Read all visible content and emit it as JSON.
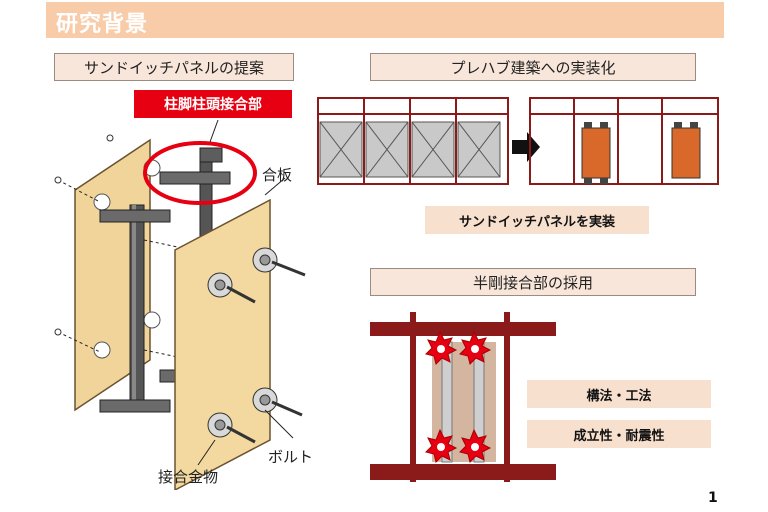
{
  "header": {
    "title": "研究背景"
  },
  "left": {
    "section_label": "サンドイッチパネルの提案",
    "highlight_tag": "柱脚柱頭接合部",
    "callout_plywood": "合板",
    "callout_bolt": "ボルト",
    "callout_hardware": "接合金物"
  },
  "right_top": {
    "section_label": "プレハブ建築への実装化",
    "note": "サンドイッチパネルを実装"
  },
  "right_bottom": {
    "section_label": "半剛接合部の採用",
    "note_1": "構法・工法",
    "note_2": "成立性・耐震性"
  },
  "footer": {
    "page_number": "1"
  },
  "colors": {
    "header_bg": "#f8cba9",
    "label_bg": "#f8e6da",
    "accent_red": "#e60012",
    "steel_red": "#8b1a1a",
    "panel_orange": "#d9692a",
    "plywood": "#f3d9a0"
  }
}
